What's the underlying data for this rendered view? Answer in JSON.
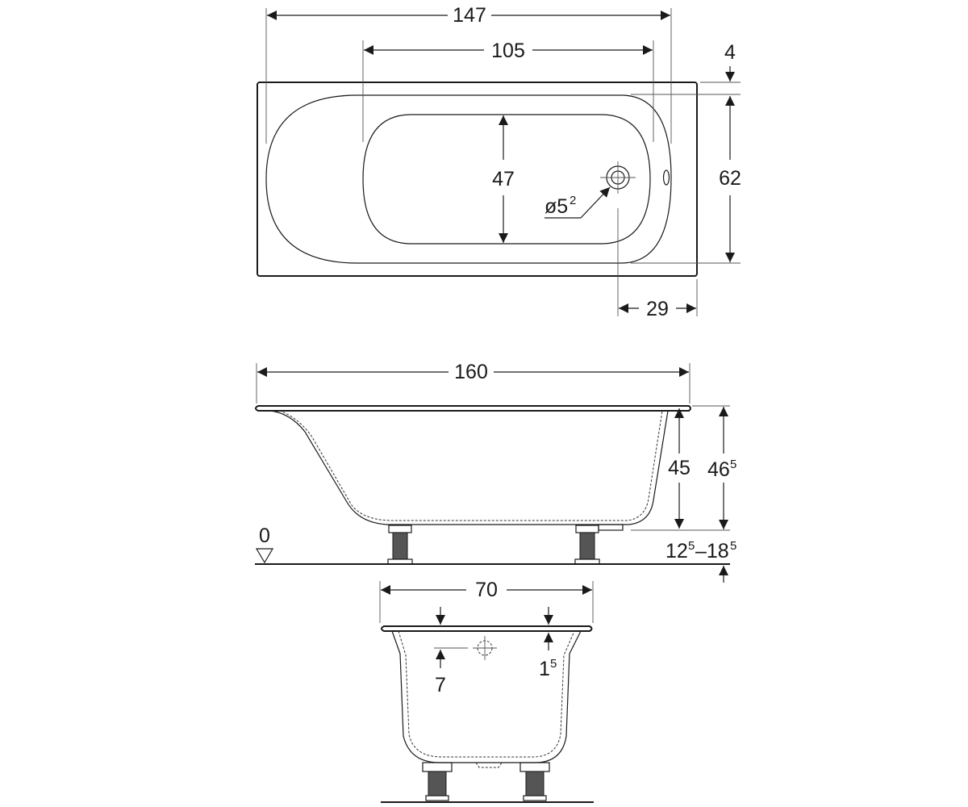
{
  "colors": {
    "ink": "#1a1a1a",
    "background": "#ffffff"
  },
  "top_view": {
    "overall_length": "147",
    "inner_length": "105",
    "rim_top": "4",
    "inner_width": "47",
    "overall_width": "62",
    "drain_diameter": "ø5",
    "drain_diameter_sup": "2",
    "drain_offset": "29"
  },
  "side_view": {
    "length": "160",
    "depth": "45",
    "total_height": "46",
    "total_height_sup": "5",
    "floor_level": "0",
    "feet_range_a": "12",
    "feet_range_a_sup": "5",
    "feet_range_sep": "–18",
    "feet_range_b_sup": "5"
  },
  "end_view": {
    "width": "70",
    "overflow_height": "7",
    "rim_thickness": "1",
    "rim_thickness_sup": "5"
  }
}
